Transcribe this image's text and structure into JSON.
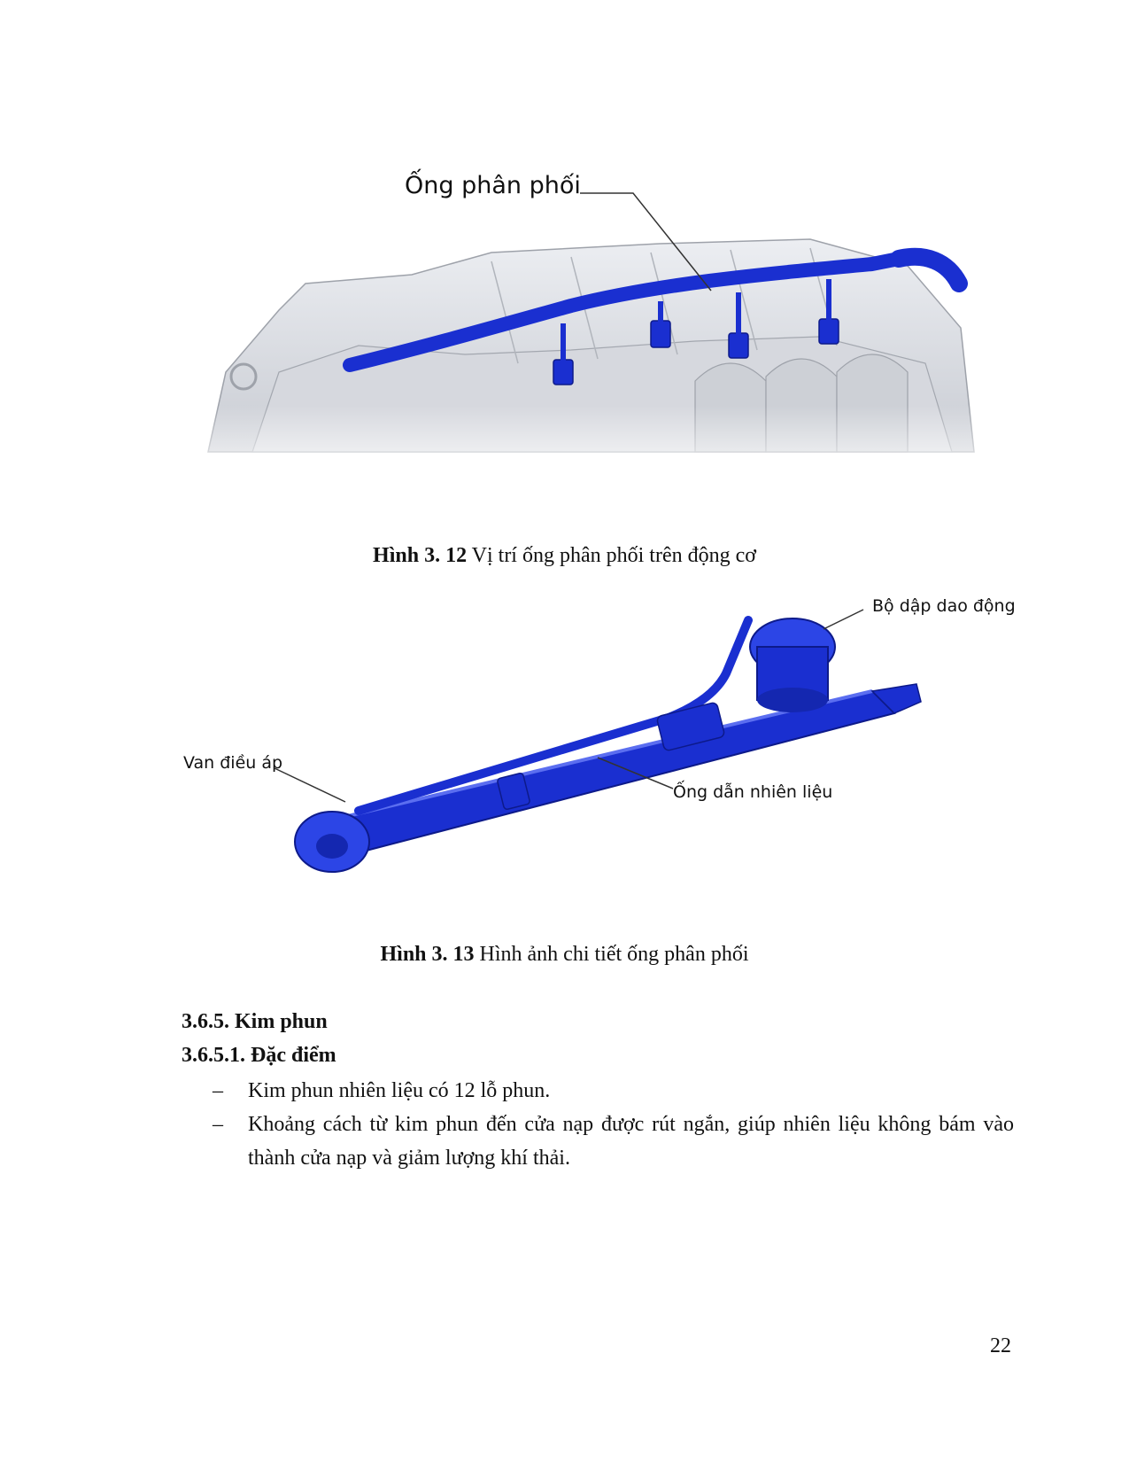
{
  "figure1": {
    "label": "Ống phân phối",
    "caption_num": "Hình 3. 12",
    "caption_text": " Vị trí ống phân phối trên động cơ"
  },
  "figure2": {
    "label_damper": "Bộ dập dao động",
    "label_regulator": "Van điều áp",
    "label_pipe": "Ống dẫn nhiên liệu",
    "caption_num": "Hình 3. 13",
    "caption_text": " Hình ảnh chi tiết ống phân phối"
  },
  "section": {
    "heading": "3.6.5.  Kim phun",
    "subheading": "3.6.5.1.    Đặc điểm",
    "bullets": [
      "Kim phun nhiên liệu có 12 lỗ phun.",
      "Khoảng cách từ kim phun đến cửa nạp được rút ngắn, giúp nhiên liệu không bám vào thành cửa nạp và giảm lượng khí thải."
    ],
    "bullet_marker": "–"
  },
  "page_number": "22",
  "colors": {
    "part_blue": "#1a2fd0",
    "engine_gray": "#d9dbe0"
  }
}
